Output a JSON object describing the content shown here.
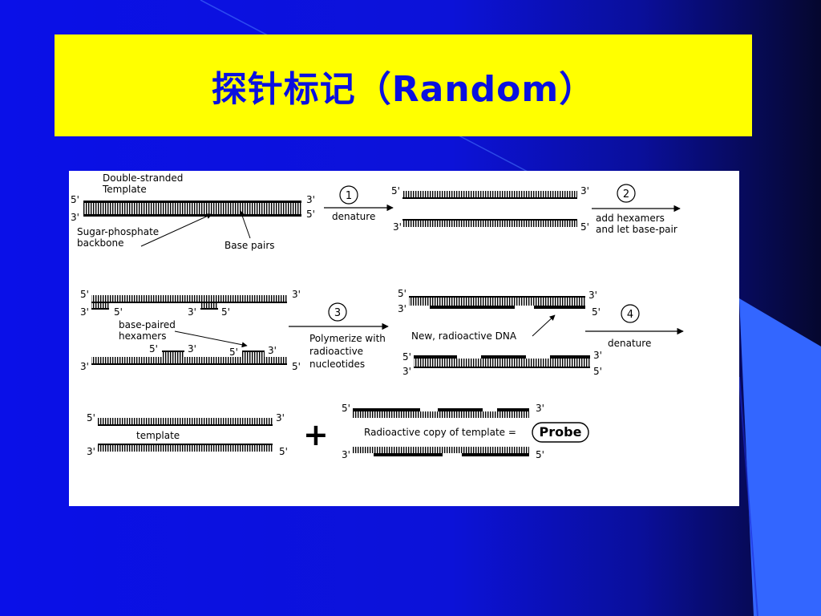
{
  "slide": {
    "title": "探针标记（Random）",
    "colors": {
      "background": "#0a10e8",
      "title_box": "#ffff00",
      "title_text": "#0a10e0",
      "panel": "#ffffff"
    }
  },
  "diagram": {
    "step1": {
      "heading_line1": "Double-stranded",
      "heading_line2": "Template",
      "backbone_line1": "Sugar-phosphate",
      "backbone_line2": "backbone",
      "base_pairs": "Base pairs",
      "number": "1",
      "action": "denature",
      "five_prime": "5'",
      "three_prime": "3'"
    },
    "step2": {
      "number": "2",
      "action_line1": "add hexamers",
      "action_line2": "and let base-pair"
    },
    "step3": {
      "hexamers_line1": "base-paired",
      "hexamers_line2": "hexamers",
      "number": "3",
      "action_line1": "Polymerize with",
      "action_line2": "radioactive",
      "action_line3": "nucleotides",
      "new_dna": "New, radioactive DNA"
    },
    "step4": {
      "number": "4",
      "action": "denature"
    },
    "result": {
      "template": "template",
      "plus": "+",
      "copy_text": "Radioactive copy of template =",
      "probe": "Probe"
    }
  }
}
